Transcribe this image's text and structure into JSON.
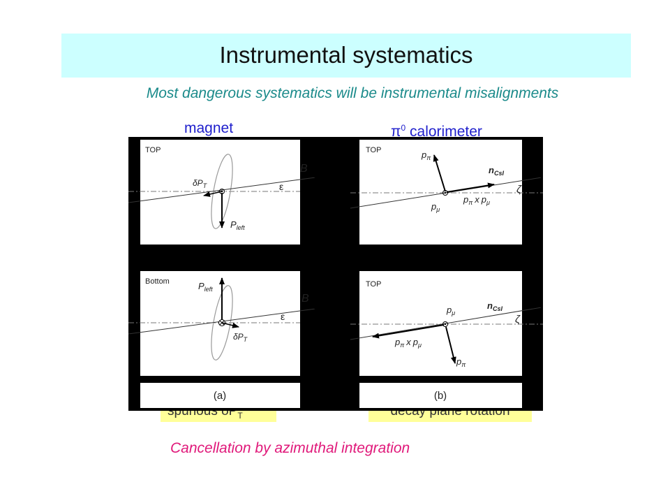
{
  "slide": {
    "title": "Instrumental systematics",
    "subtitle": "Most dangerous systematics will be instrumental misalignments",
    "label_magnet": "magnet",
    "label_calorimeter_symbol": "π",
    "label_calorimeter_sup": "0",
    "label_calorimeter_text": " calorimeter",
    "note_left": "spurious δP",
    "note_left_sub": "T",
    "note_right": "decay plane rotation",
    "footer": "Cancellation by azimuthal integration"
  },
  "figure": {
    "panel_a": {
      "top_tag": "TOP",
      "bottom_tag": "Bottom",
      "B_label": "B",
      "epsilon": "ε",
      "dPT_label": "δP",
      "dPT_sub": "T",
      "Pleft_label": "P",
      "Pleft_sub": "left",
      "caption": "(a)"
    },
    "panel_b": {
      "top_tag": "TOP",
      "bottom_tag": "TOP",
      "ncsi_label": "n",
      "ncsi_sub": "CsI",
      "zeta": "ζ",
      "ppi_label": "p",
      "ppi_sub": "π",
      "pmu_label": "p",
      "pmu_sub": "μ",
      "cross_label": "p",
      "cross_sub1": "π",
      "cross_x": "x",
      "cross_p": "p",
      "cross_sub2": "μ",
      "caption": "(b)"
    }
  }
}
